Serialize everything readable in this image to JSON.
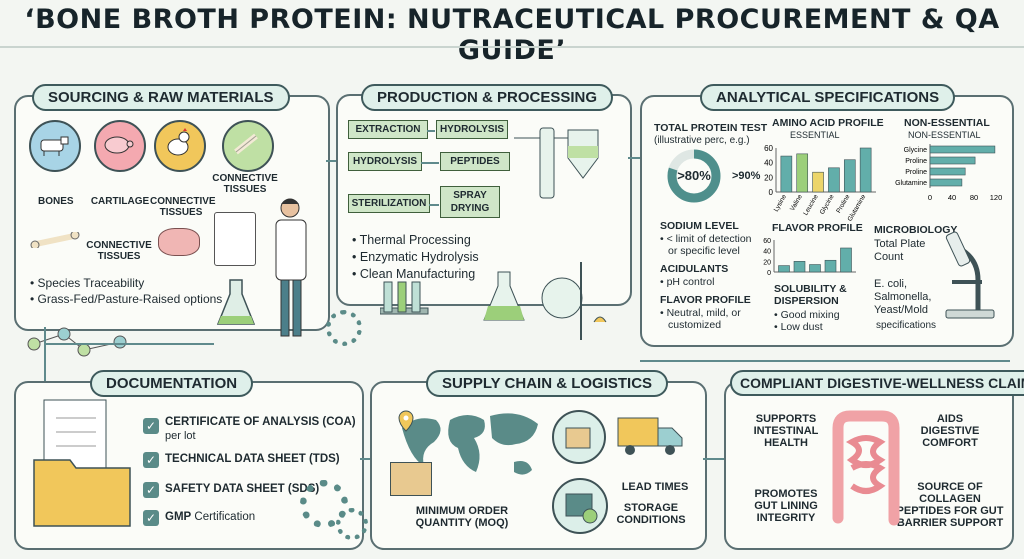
{
  "title": "‘BONE BROTH PROTEIN: NUTRACEUTICAL PROCUREMENT & QA GUIDE’",
  "sourcing": {
    "heading": "SOURCING & RAW MATERIALS",
    "labels": [
      "BONES",
      "CARTILAGE",
      "CONNECTIVE TISSUES",
      "CONNECTIVE TISSUES"
    ],
    "sub_label": "CONNECTIVE TISSUES",
    "bullets": [
      "Species Traceability",
      "Grass-Fed/Pasture-Raised options"
    ]
  },
  "production": {
    "heading": "PRODUCTION & PROCESSING",
    "steps": [
      "EXTRACTION",
      "HYDROLYSIS",
      "HYDROLYSIS",
      "PEPTIDES",
      "STERILIZATION",
      "SPRAY DRYING"
    ],
    "bullets": [
      "Thermal Processing",
      "Enzymatic Hydrolysis",
      "Clean Manufacturing"
    ]
  },
  "analytical": {
    "heading": "ANALYTICAL SPECIFICATIONS",
    "protein_title": "TOTAL PROTEIN TEST",
    "protein_note": "(illustrative perc, e.g.)",
    "protein_value": ">80%",
    "protein_side": ">90%",
    "protein_fraction": 0.8,
    "amino_title": "AMINO ACID PROFILE",
    "amino_sub": "ESSENTIAL",
    "nonessential_title": "NON-ESSENTIAL",
    "nonessential_sub": "NON-ESSENTIAL",
    "sodium_title": "SODIUM LEVEL",
    "sodium_text": [
      "< limit of detection",
      "or specific level"
    ],
    "acidulants_title": "ACIDULANTS",
    "acidulants_text": "pH control",
    "flavor_title": "FLAVOR PROFILE",
    "flavor_text": [
      "Neutral, mild, or",
      "customized"
    ],
    "flavor_chart_title": "FLAVOR PROFILE",
    "solubility_title": [
      "SOLUBILITY &",
      "DISPERSION"
    ],
    "solubility_text": [
      "Good mixing",
      "Low dust"
    ],
    "micro_title": "MICROBIOLOGY",
    "micro_text": [
      "Total Plate",
      "Count"
    ],
    "micro_text2": [
      "E. coli,",
      "Salmonella,",
      "Yeast/Mold"
    ],
    "micro_spec": "specifications"
  },
  "chart_data": [
    {
      "type": "bar",
      "title": "AMINO ACID PROFILE",
      "categories": [
        "Lysine",
        "Valine",
        "Leucine",
        "Glycine",
        "Proline",
        "Glutamine"
      ],
      "values": [
        49,
        52,
        27,
        33,
        44,
        63
      ],
      "ylim": [
        0,
        60
      ],
      "yticks": [
        "60",
        "40",
        "20",
        "0"
      ]
    },
    {
      "type": "bar",
      "title": "NON-ESSENTIAL",
      "orientation": "horizontal",
      "categories": [
        "Glycine",
        "Proline",
        "Proline",
        "Glutamine"
      ],
      "values": [
        118,
        82,
        64,
        58
      ],
      "xlim": [
        0,
        120
      ],
      "xticks": [
        "0",
        "40",
        "80",
        "120"
      ]
    },
    {
      "type": "bar",
      "title": "FLAVOR PROFILE",
      "values": [
        12,
        20,
        14,
        22,
        45
      ],
      "yticks": [
        "60",
        "40",
        "20",
        "0"
      ]
    }
  ],
  "documentation": {
    "heading": "DOCUMENTATION",
    "items": [
      {
        "label": "CERTIFICATE OF ANALYSIS (COA)",
        "sub": "per lot"
      },
      {
        "label": "TECHNICAL DATA SHEET (TDS)",
        "sub": ""
      },
      {
        "label": "SAFETY DATA SHEET (SDS)",
        "sub": ""
      },
      {
        "label": "GMP",
        "sub": "Certification"
      }
    ]
  },
  "supply": {
    "heading": "SUPPLY CHAIN & LOGISTICS",
    "moq": [
      "MINIMUM ORDER",
      "QUANTITY (MOQ)"
    ],
    "lead": "LEAD TIMES",
    "storage": [
      "STORAGE",
      "CONDITIONS"
    ]
  },
  "claims": {
    "heading": "COMPLIANT DIGESTIVE-WELLNESS CLAIMS",
    "c1": [
      "SUPPORTS",
      "INTESTINAL",
      "HEALTH"
    ],
    "c2": [
      "AIDS",
      "DIGESTIVE",
      "COMFORT"
    ],
    "c3": [
      "PROMOTES",
      "GUT LINING",
      "INTEGRITY"
    ],
    "c4": [
      "SOURCE OF",
      "COLLAGEN",
      "PEPTIDES FOR GUT",
      "BARRIER SUPPORT"
    ]
  },
  "colors": {
    "accent": "#5a8b88",
    "bar": "#62aeaa",
    "bar_green": "#9ccf7a",
    "bar_yellow": "#ecd56a",
    "pill_fill": "#dff0ea"
  }
}
